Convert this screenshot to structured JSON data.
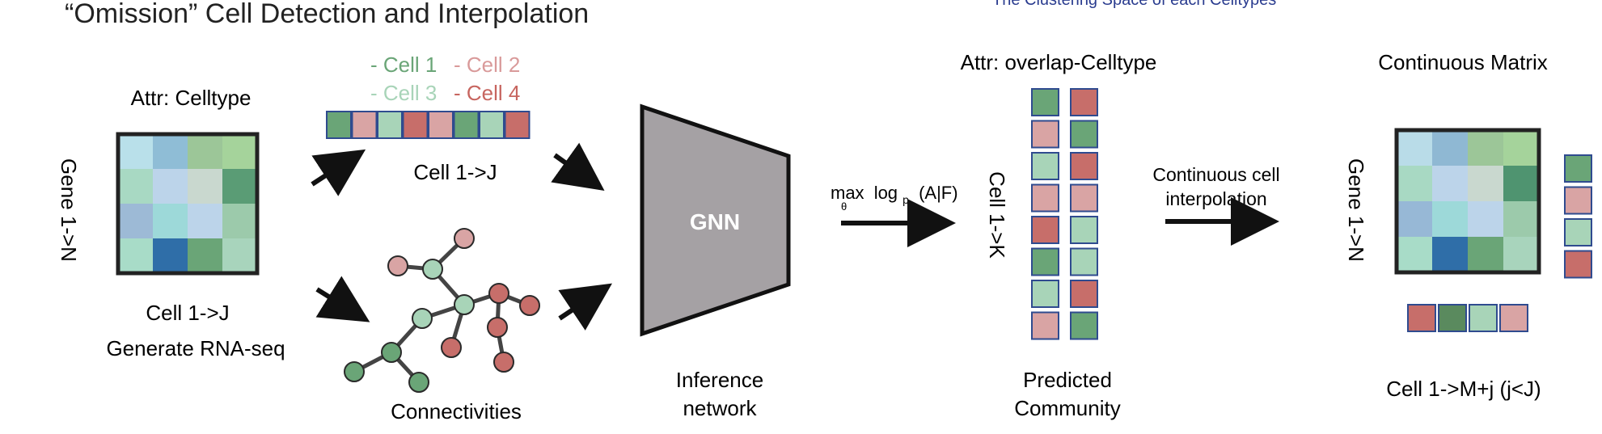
{
  "title": "“Omission” Cell Detection and Interpolation",
  "top_right_caption": "The Clustering Space of each Celltypes",
  "colors": {
    "cell1": "#6aa577",
    "cell2": "#d9a4a4",
    "cell3": "#a8d4b8",
    "cell4": "#c76e6a",
    "frame": "#2f4b8f",
    "gnn": "#a5a1a4",
    "edge": "#444444",
    "legend_cell1": "#6aa577",
    "legend_cell2": "#d99a9a",
    "legend_cell3": "#a8d4b8",
    "legend_cell4": "#c7655f"
  },
  "input": {
    "attr_label": "Attr: Celltype",
    "gene_axis": "Gene 1->N",
    "cell_axis": "Cell 1->J",
    "generate_label": "Generate RNA-seq",
    "matrix_colors": [
      [
        "#b9e0ea",
        "#8fbdd6",
        "#9cc698",
        "#a5d39b"
      ],
      [
        "#a8d9c3",
        "#bcd4ea",
        "#c9d8cf",
        "#5a9c75"
      ],
      [
        "#9dbad6",
        "#9dd9d9",
        "#bcd4ea",
        "#9ccaab"
      ],
      [
        "#a8dcc8",
        "#2f6ea8",
        "#6aa577",
        "#a8d4bc"
      ]
    ]
  },
  "legend": {
    "cell1": "- Cell 1",
    "cell2": "- Cell 2",
    "cell3": "- Cell 3",
    "cell4": "- Cell 4"
  },
  "cell_strip": {
    "label": "Cell 1->J",
    "colors": [
      "#6aa577",
      "#d9a4a4",
      "#a8d4b8",
      "#c76e6a",
      "#d9a4a4",
      "#6aa577",
      "#a8d4b8",
      "#c76e6a"
    ]
  },
  "graph": {
    "label": "Connectivities",
    "nodes": [
      {
        "type": "cell2"
      },
      {
        "type": "cell2"
      },
      {
        "type": "cell3"
      },
      {
        "type": "cell3"
      },
      {
        "type": "cell3"
      },
      {
        "type": "cell4"
      },
      {
        "type": "cell4"
      },
      {
        "type": "cell4"
      },
      {
        "type": "cell4"
      },
      {
        "type": "cell4"
      },
      {
        "type": "cell1"
      },
      {
        "type": "cell1"
      },
      {
        "type": "cell1"
      }
    ]
  },
  "gnn": {
    "label": "GNN",
    "caption_line1": "Inference",
    "caption_line2": "network"
  },
  "objective": {
    "max": "max",
    "theta": "θ",
    "log": "log",
    "sub_p": "p",
    "arg": "(A|F)"
  },
  "community": {
    "attr_label": "Attr: overlap-Celltype",
    "axis": "Cell 1->K",
    "caption_line1": "Predicted",
    "caption_line2": "Community",
    "left_column": [
      "#6aa577",
      "#d9a4a4",
      "#a8d4b8",
      "#d9a4a4",
      "#c76e6a",
      "#6aa577",
      "#a8d4b8",
      "#d9a4a4"
    ],
    "right_column": [
      "#c76e6a",
      "#6aa577",
      "#c76e6a",
      "#d9a4a4",
      "#a8d4b8",
      "#a8d4b8",
      "#c76e6a",
      "#6aa577"
    ]
  },
  "interpolation": {
    "line1": "Continuous cell",
    "line2": "interpolation"
  },
  "output": {
    "title": "Continuous Matrix",
    "gene_axis": "Gene 1->N",
    "cell_axis": "Cell 1->M+j (j<J)",
    "matrix_colors": [
      [
        "#b9dce8",
        "#8fb8d3",
        "#9cc698",
        "#a5d39b"
      ],
      [
        "#a8d9c3",
        "#bcd4ea",
        "#c9d8cf",
        "#4f9470"
      ],
      [
        "#97b8d6",
        "#9dd9d9",
        "#bcd4ea",
        "#9ccaab"
      ],
      [
        "#a8dcc8",
        "#2f6ea8",
        "#6aa577",
        "#a8d4bc"
      ]
    ],
    "right_column": [
      "#6aa577",
      "#d9a4a4",
      "#a8d4b8",
      "#c76e6a"
    ],
    "bottom_row": [
      "#c76e6a",
      "#5a8a5e",
      "#a8d4b8",
      "#d9a4a4"
    ]
  }
}
